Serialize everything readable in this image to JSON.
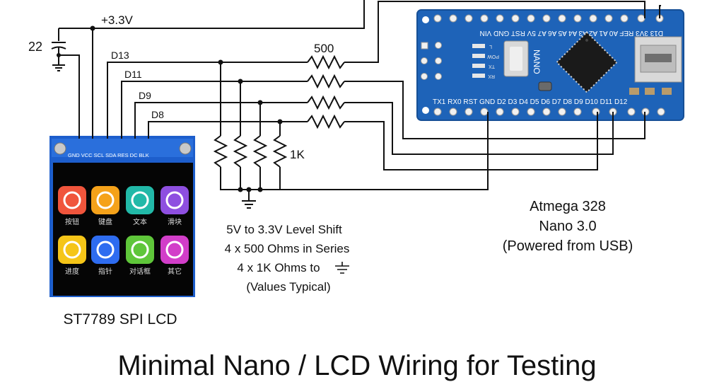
{
  "title": "Minimal Nano / LCD Wiring for Testing",
  "power": {
    "rail_label": "+3.3V",
    "cap_value": "22"
  },
  "nets": {
    "d13": "D13",
    "d11": "D11",
    "d9": "D9",
    "d8": "D8"
  },
  "resistors": {
    "series_value": "500",
    "pulldown_value": "1K"
  },
  "level_shift_note": [
    "5V to 3.3V Level Shift",
    "4 x 500 Ohms in Series",
    "4 x 1K Ohms to",
    "(Values Typical)"
  ],
  "arduino": {
    "caption": [
      "Atmega 328",
      "Nano 3.0",
      "(Powered from USB)"
    ],
    "board_label": "NANO",
    "top_pins": "D13 3V3 REF A0 A1 A2 A3 A4 A5 A6 A7 5V RST GND VIN",
    "bottom_pins": "TX1 RX0 RST GND D2 D3 D4 D5 D6 D7 D8 D9 D10 D11 D12",
    "led_labels": [
      "L",
      "POW",
      "TX",
      "RX"
    ],
    "colors": {
      "board": "#1e63b8",
      "pcb_edge": "#164f96",
      "pad": "#f1f1f1",
      "chip": "#1a1a1a",
      "usb": "#d9d9d9"
    }
  },
  "lcd": {
    "caption": "ST7789 SPI LCD",
    "header_pins": "GND VCC SCL SDA RES DC BLK",
    "apps": [
      {
        "label": "按钮",
        "color": "#f0553c",
        "icon": "play-icon"
      },
      {
        "label": "键盘",
        "color": "#f5a21a",
        "icon": "keyboard-icon"
      },
      {
        "label": "文本",
        "color": "#22b9a8",
        "icon": "text-icon"
      },
      {
        "label": "滑块",
        "color": "#8e4fe0",
        "icon": "slider-icon"
      },
      {
        "label": "进度",
        "color": "#f5c518",
        "icon": "progress-icon"
      },
      {
        "label": "指针",
        "color": "#2e6cf0",
        "icon": "gauge-icon"
      },
      {
        "label": "对话框",
        "color": "#5fc63a",
        "icon": "dialog-icon"
      },
      {
        "label": "其它",
        "color": "#d23ec9",
        "icon": "star-icon"
      }
    ],
    "colors": {
      "pcb": "#1d5ecc",
      "screen": "#050505"
    }
  }
}
